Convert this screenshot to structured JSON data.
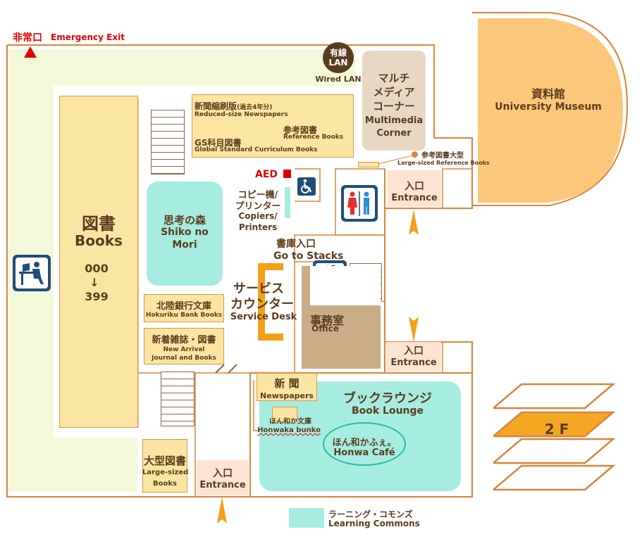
{
  "emergency_exit": {
    "jp": "非常口",
    "en": "Emergency Exit"
  },
  "wired_lan": {
    "badge_line1": "有線",
    "badge_line2": "LAN",
    "en": "Wired LAN"
  },
  "multimedia_corner": {
    "jp1": "マルチ",
    "jp2": "メディア",
    "jp3": "コーナー",
    "en1": "Multimedia",
    "en2": "Corner"
  },
  "museum": {
    "jp": "資料館",
    "en": "University Museum"
  },
  "reduced_newspapers": {
    "jp": "新聞縮刷版",
    "note": "(過去4年分)",
    "en": "Reduced-size Newspapers"
  },
  "reference_books": {
    "jp": "参考図書",
    "en": "Reference Books"
  },
  "gs_books": {
    "jp": "GS科目図書",
    "en": "Global Standard Curriculum Books"
  },
  "large_reference": {
    "jp": "参考図書大型",
    "en": "Large-sized Reference Books"
  },
  "aed": {
    "label": "AED"
  },
  "copiers": {
    "jp1": "コピー機/",
    "jp2": "プリンター",
    "en1": "Copiers/",
    "en2": "Printers"
  },
  "books": {
    "jp": "図書",
    "en": "Books",
    "range_start": "000",
    "arrow": "↓",
    "range_end": "399"
  },
  "shiko_no_mori": {
    "jp": "思考の森",
    "en1": "Shiko no",
    "en2": "Mori"
  },
  "go_to_stacks": {
    "jp": "書庫入口",
    "en": "Go to Stacks"
  },
  "service_desk": {
    "jp1": "サービス",
    "jp2": "カウンター",
    "en": "Service Desk"
  },
  "hokuriku": {
    "jp": "北陸銀行文庫",
    "en": "Hokuriku Bank Books"
  },
  "new_arrival": {
    "jp": "新着雑誌・図書",
    "en1": "New Arrival",
    "en2": "Journal and Books"
  },
  "office": {
    "jp": "事務室",
    "en": "Office"
  },
  "entrance": {
    "jp": "入口",
    "en": "Entrance"
  },
  "newspapers": {
    "jp": "新 聞",
    "en": "Newspapers"
  },
  "honwaka_bunko": {
    "jp": "ほん和か文庫",
    "en": "Honwaka bunko"
  },
  "book_lounge": {
    "jp": "ブックラウンジ",
    "en": "Book Lounge"
  },
  "honwa_cafe": {
    "jp": "ほん和かふぇ。",
    "en": "Honwa Café"
  },
  "large_books": {
    "jp": "大型図書",
    "en1": "Large-sized",
    "en2": "Books"
  },
  "legend": {
    "jp": "ラーニング・コモンズ",
    "en": "Learning Commons"
  },
  "floor": {
    "label": "2 F"
  },
  "colors": {
    "wall": "#d8853b",
    "light_green": "#f3f8d8",
    "yellow": "#fbe5a2",
    "learning_commons": "#a6ece1",
    "museum": "#fbc77a",
    "peach": "#fde4d2",
    "icon_blue": "#1f4e79",
    "aed_red": "#e00000",
    "office": "#c9ad86",
    "multimedia": "#e8d8c3"
  },
  "icons": [
    "reading-person-icon",
    "wheelchair-icon",
    "restroom-icon",
    "elevator-icon",
    "emergency-exit-arrow-icon"
  ]
}
